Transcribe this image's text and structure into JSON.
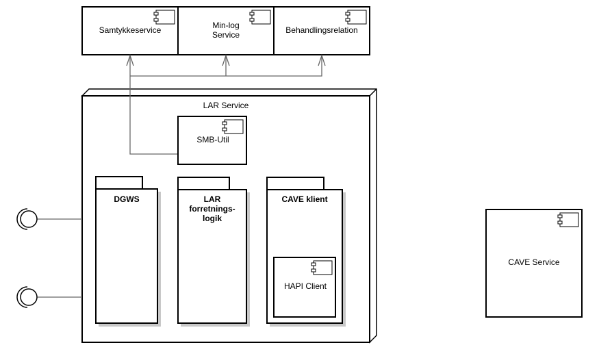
{
  "external_services": [
    {
      "label_lines": [
        "Samtykkeservice"
      ]
    },
    {
      "label_lines": [
        "Min-log",
        "Service"
      ]
    },
    {
      "label_lines": [
        "Behandlingsrelation"
      ]
    }
  ],
  "lar_service": {
    "title": "LAR Service",
    "smb_util": "SMB-Util",
    "packages": [
      {
        "label_lines": [
          "DGWS"
        ]
      },
      {
        "label_lines": [
          "LAR",
          "forretnings-",
          "logik"
        ]
      },
      {
        "label_lines": [
          "CAVE klient"
        ]
      }
    ],
    "hapi_client": "HAPI Client"
  },
  "cave_service": "CAVE Service",
  "icons": {
    "component": "component-icon",
    "interface": "provided-interface-icon"
  }
}
